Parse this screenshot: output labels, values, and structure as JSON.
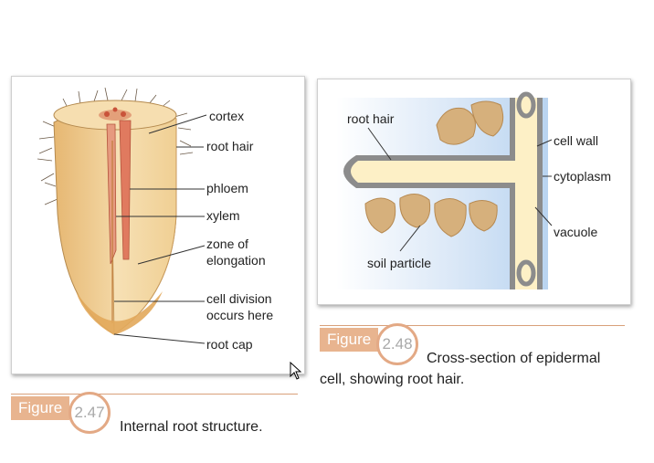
{
  "figure_left": {
    "labels": {
      "cortex": "cortex",
      "root_hair": "root hair",
      "phloem": "phloem",
      "xylem": "xylem",
      "zone_line1": "zone of",
      "zone_line2": "elongation",
      "division_line1": "cell division",
      "division_line2": "occurs here",
      "root_cap": "root cap"
    },
    "caption_tag": "Figure",
    "caption_number": "2.47",
    "caption_text": "Internal root structure."
  },
  "figure_right": {
    "labels": {
      "root_hair": "root hair",
      "cell_wall": "cell wall",
      "cytoplasm": "cytoplasm",
      "vacuole": "vacuole",
      "soil_particle": "soil particle"
    },
    "caption_tag": "Figure",
    "caption_number": "2.48",
    "caption_text_line1": "Cross-section of epidermal",
    "caption_text_line2": "cell, showing root hair."
  },
  "colors": {
    "root_tan": "#f2d6a2",
    "root_orange": "#e8b873",
    "vascular_red": "#e07a5f",
    "soil": "#d6b07c",
    "cell_wall": "#8c8c8c",
    "cytoplasm": "#fdf0c6",
    "water_blue": "#c9def4",
    "caption_accent": "#e8b48f"
  },
  "icons": {
    "cursor": "mouse-pointer-icon"
  }
}
